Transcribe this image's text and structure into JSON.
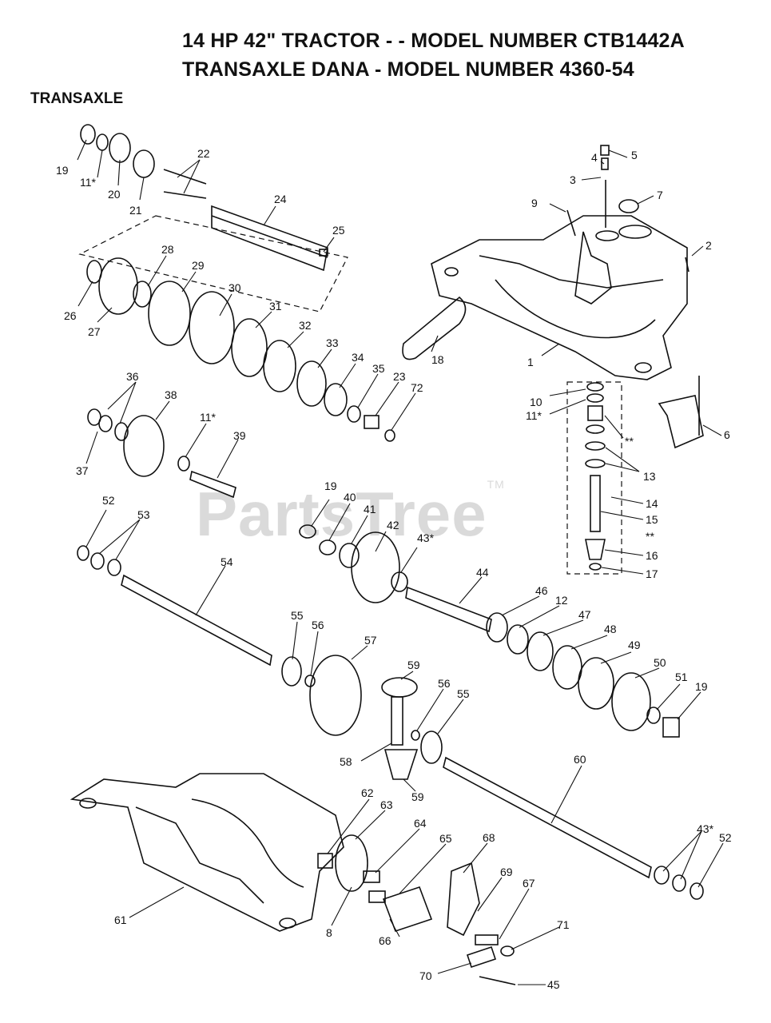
{
  "header": {
    "line1": "14 HP 42\" TRACTOR - - MODEL NUMBER CTB1442A",
    "line2": "TRANSAXLE DANA - MODEL NUMBER 4360-54",
    "section": "TRANSAXLE"
  },
  "watermark": {
    "text": "PartsTree",
    "mark": "TM"
  },
  "callouts": [
    "19",
    "11*",
    "20",
    "21",
    "22",
    "24",
    "25",
    "26",
    "27",
    "28",
    "29",
    "30",
    "31",
    "32",
    "33",
    "34",
    "35",
    "23",
    "72",
    "18",
    "4",
    "5",
    "3",
    "7",
    "9",
    "2",
    "1",
    "10",
    "11*",
    "**",
    "13",
    "6",
    "14",
    "15",
    "**",
    "16",
    "17",
    "36",
    "38",
    "37",
    "11*",
    "39",
    "52",
    "53",
    "54",
    "19",
    "40",
    "41",
    "42",
    "43*",
    "44",
    "46",
    "12",
    "47",
    "48",
    "49",
    "50",
    "51",
    "19",
    "55",
    "56",
    "57",
    "59",
    "56",
    "55",
    "58",
    "59",
    "60",
    "62",
    "63",
    "64",
    "65",
    "61",
    "68",
    "69",
    "67",
    "8",
    "66",
    "71",
    "70",
    "45",
    "43*",
    "52"
  ]
}
